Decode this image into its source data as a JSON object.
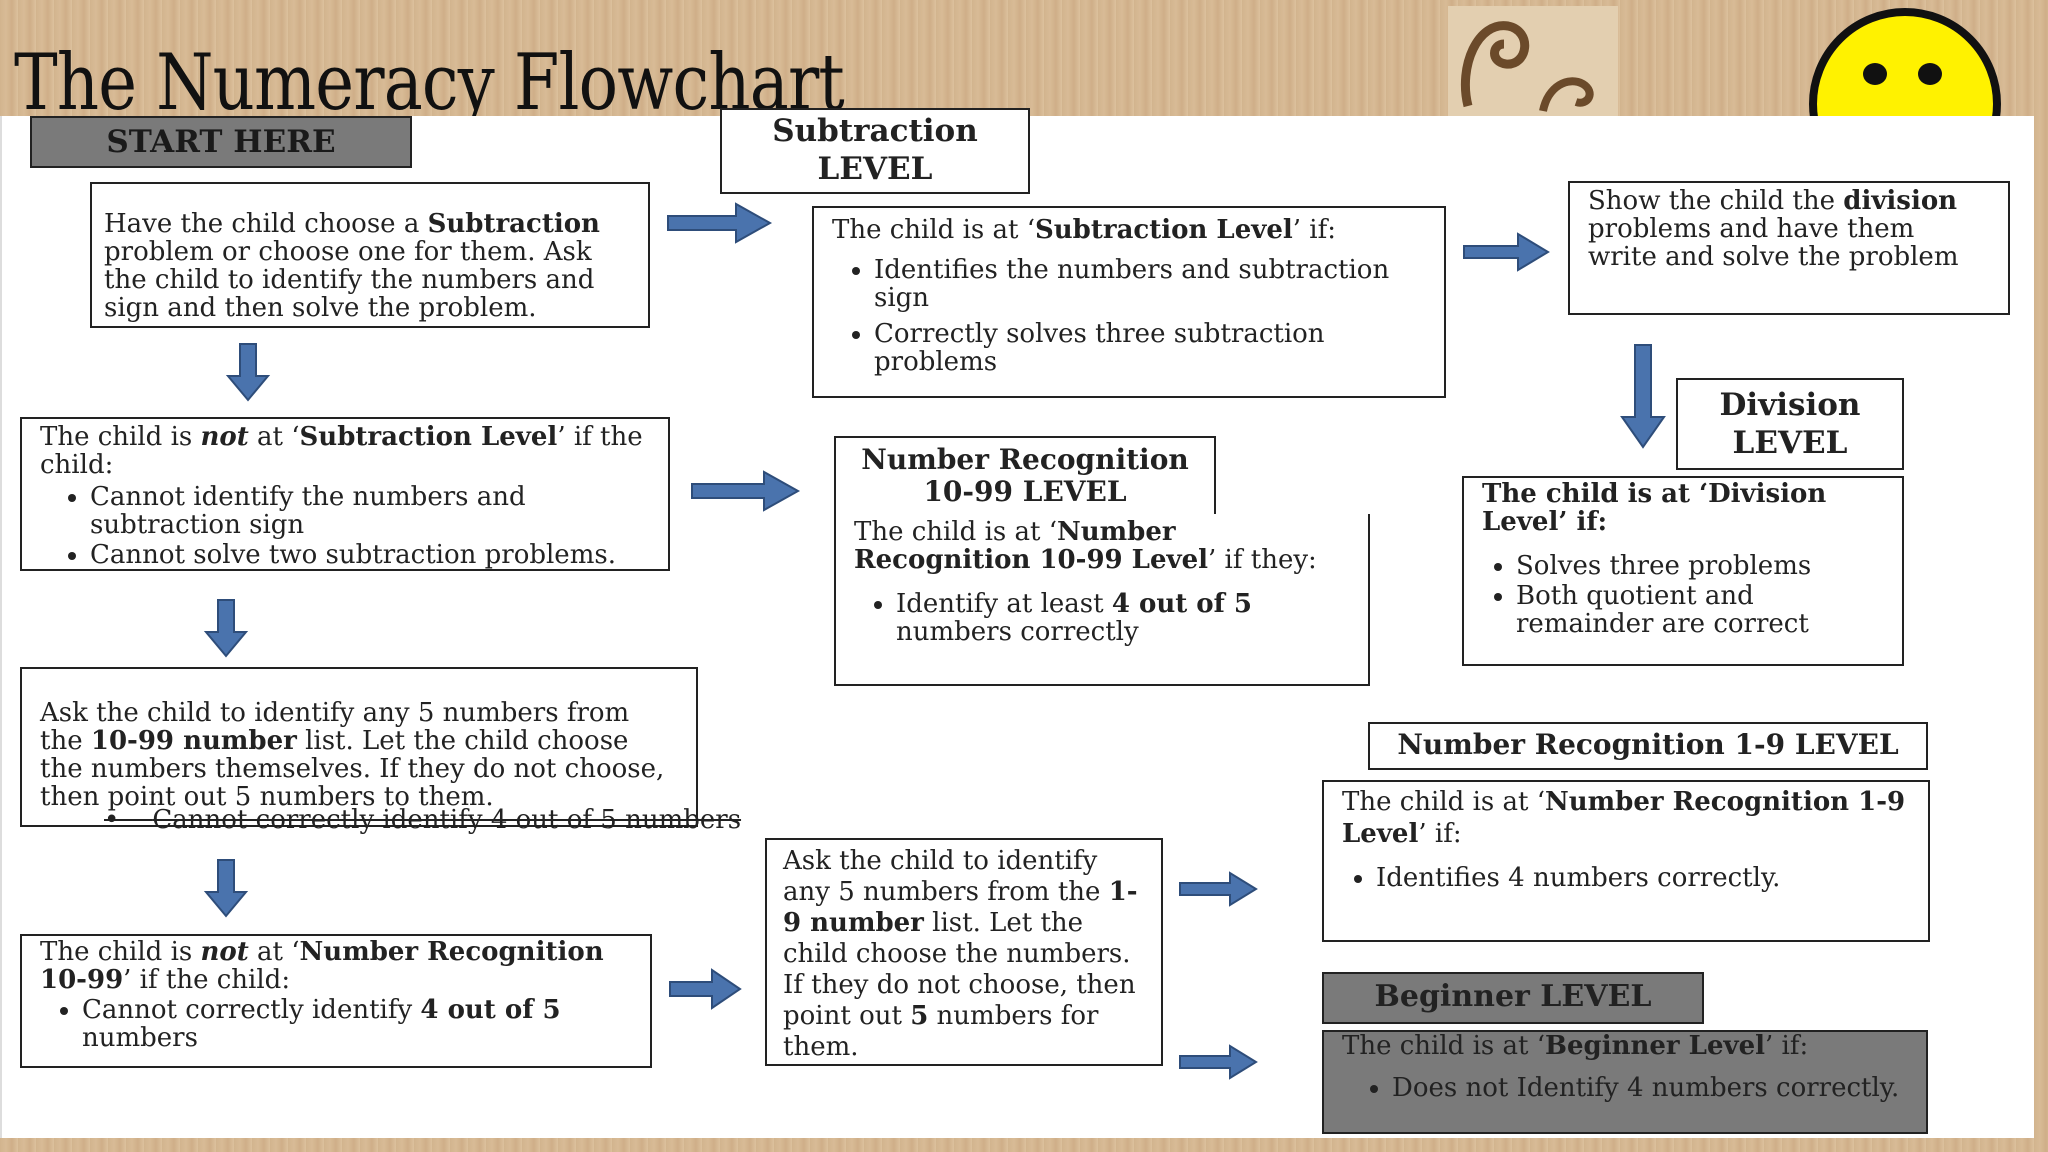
{
  "title": "The Numeracy Flowchart",
  "colors": {
    "arrow": "#4a73ad",
    "arrow_stroke": "#2e4d7a",
    "smiley": "#fff200",
    "header_dark": "#7a7a7a"
  },
  "start": {
    "label": "START HERE"
  },
  "box1": {
    "t1": "Have the child choose a ",
    "b1": "Subtraction",
    "t2": " problem or choose one for them. Ask the child to identify the numbers and sign and then solve the problem."
  },
  "subtraction": {
    "header": "Subtraction LEVEL",
    "intro_a": "The child is at ‘",
    "intro_b": "Subtraction Level",
    "intro_c": "’ if:",
    "items": [
      "Identifies the numbers and subtraction sign",
      "Correctly solves three subtraction problems"
    ]
  },
  "division_instr": {
    "t1": "Show the child the ",
    "b1": "division",
    "t2": " problems and have them write and solve the problem"
  },
  "division": {
    "header": "Division LEVEL",
    "intro": "The child is at ‘Division Level’ if:",
    "items": [
      "Solves three problems",
      "Both quotient and remainder are correct"
    ]
  },
  "not_subtraction": {
    "t1": "The child is ",
    "i1": "not",
    "t2": " at ‘",
    "b1": "Subtraction Level",
    "t3": "’ if the child:",
    "items": [
      "Cannot identify the numbers and subtraction sign",
      "Cannot solve two subtraction problems."
    ]
  },
  "nr1099": {
    "header": "Number Recognition 10-99 LEVEL",
    "intro_a": "The child is at ‘",
    "intro_b": "Number Recognition 10-99 Level",
    "intro_c": "’ if they:",
    "item_a": "Identify at least ",
    "item_b": "4 out of 5",
    "item_c": " numbers correctly"
  },
  "ask1099": {
    "t1": "Ask the child to identify any 5 numbers from the ",
    "b1": "10-99 number",
    "t2": " list. Let the child choose the numbers themselves. If they do not choose, then point out 5 numbers to them.",
    "bullet": "Cannot correctly identify 4 out of 5 numbers"
  },
  "not_nr1099": {
    "t1": "The child is ",
    "i1": "not",
    "t2": " at ‘",
    "b1": "Number Recognition 10-99",
    "t3": "’  if the child:",
    "item_a": "Cannot correctly identify ",
    "item_b": "4 out of 5",
    "item_c": " numbers"
  },
  "ask19": {
    "t1": "Ask the child to identify any 5 numbers from the ",
    "b1": "1-9 number",
    "t2": " list. Let the child choose the numbers. If they do not choose, then point out ",
    "b2": "5",
    "t3": " numbers for them."
  },
  "nr19": {
    "header": "Number Recognition 1-9 LEVEL",
    "intro_a": "The child is at ‘",
    "intro_b": "Number Recognition 1-9 Level",
    "intro_c": "’ if:",
    "items": [
      "Identifies 4 numbers correctly."
    ]
  },
  "beginner": {
    "header": "Beginner LEVEL",
    "intro_a": "The child is at ‘",
    "intro_b": "Beginner Level",
    "intro_c": "’ if:",
    "items": [
      "Does not Identify 4 numbers correctly."
    ]
  }
}
